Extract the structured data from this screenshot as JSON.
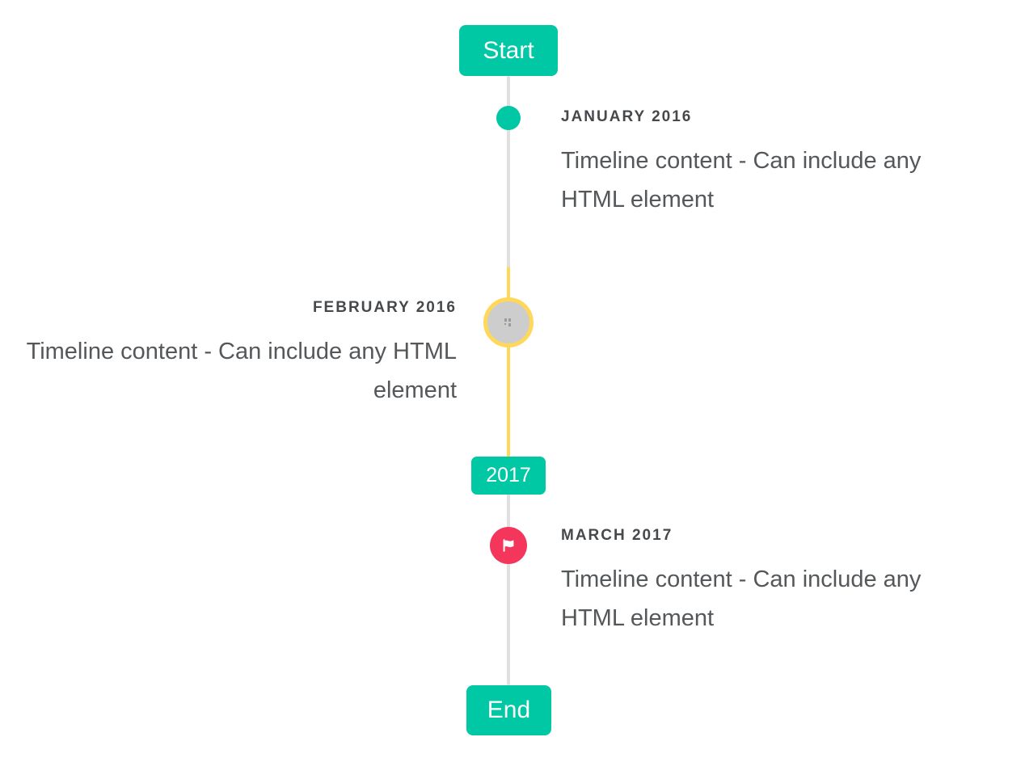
{
  "timeline": {
    "start_label": "Start",
    "end_label": "End",
    "year_badge": "2017",
    "entries": [
      {
        "title": "JANUARY 2016",
        "content": "Timeline content - Can include any HTML element",
        "side": "right",
        "marker": "teal-dot"
      },
      {
        "title": "FEBRUARY 2016",
        "content": "Timeline content - Can include any HTML element",
        "side": "left",
        "marker": "image-circle-yellow-ring"
      },
      {
        "title": "MARCH 2017",
        "content": "Timeline content - Can include any HTML element",
        "side": "right",
        "marker": "red-flag-circle"
      }
    ]
  },
  "colors": {
    "accent": "#00c7a4",
    "highlight": "#ffd859",
    "flag-red": "#f5365c",
    "line": "#e0e0e0",
    "circle-fill": "#cdcdcd",
    "title-text": "#46494c",
    "content-text": "#54585b"
  }
}
